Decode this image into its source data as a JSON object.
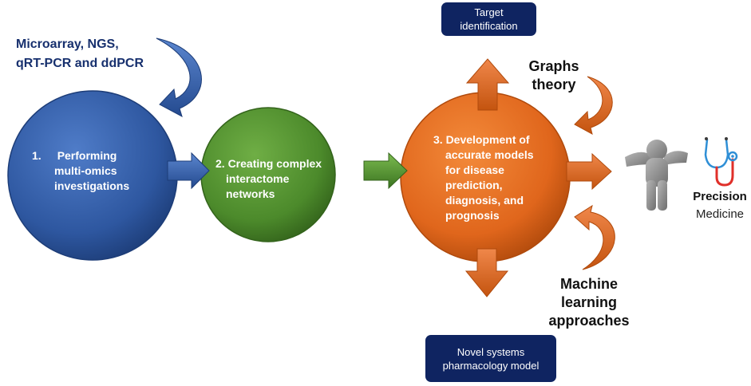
{
  "inputs_label": {
    "line1": "Microarray, NGS,",
    "line2": "qRT-PCR and ddPCR"
  },
  "steps": [
    {
      "number": "1.",
      "line1": "Performing",
      "line2": "multi-omics",
      "line3": "investigations",
      "color": "#2e57a0"
    },
    {
      "line1": "2. Creating complex",
      "line2": "interactome",
      "line3": "networks",
      "color": "#4c8a2b"
    },
    {
      "line1": "3. Development of",
      "line2": "accurate models",
      "line3": "for disease",
      "line4": "prediction,",
      "line5": "diagnosis,  and",
      "line6": "prognosis",
      "color": "#e0661c"
    }
  ],
  "boxes": {
    "target": {
      "line1": "Target",
      "line2": "identification"
    },
    "novel": {
      "line1": "Novel systems",
      "line2": "pharmacology model"
    }
  },
  "methods": {
    "graphs": {
      "line1": "Graphs",
      "line2": "theory"
    },
    "ml": {
      "line1": "Machine",
      "line2": "learning",
      "line3": "approaches"
    }
  },
  "outcome": {
    "line1": "Precision",
    "line2": "Medicine"
  },
  "icons": [
    "curved-arrow-icon",
    "person-icon",
    "stethoscope-icon"
  ],
  "colors": {
    "blue": "#2e57a0",
    "green": "#4c8a2b",
    "orange": "#e0661c",
    "navy": "#0f2461"
  }
}
